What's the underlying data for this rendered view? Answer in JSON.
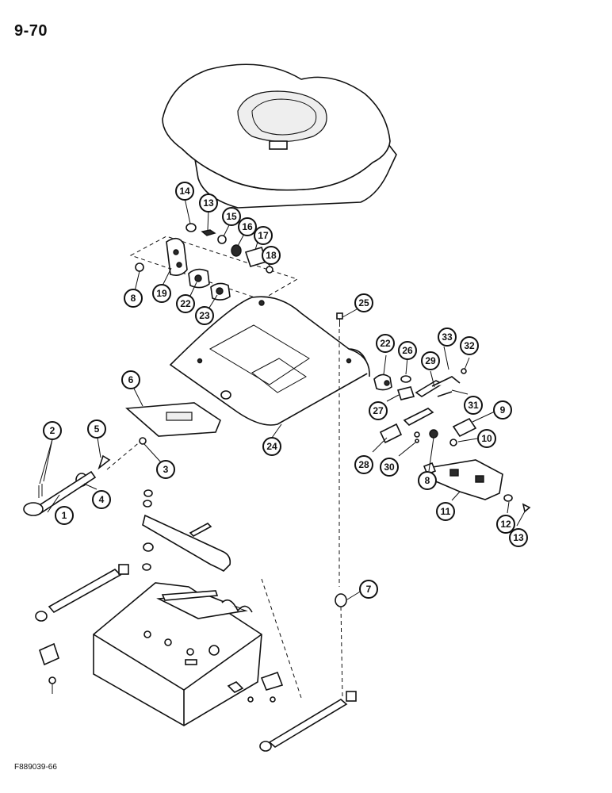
{
  "page": {
    "title": "9-70",
    "figure_code": "F889039-66"
  },
  "callouts": [
    {
      "id": "c1",
      "label": "1"
    },
    {
      "id": "c2",
      "label": "2"
    },
    {
      "id": "c3",
      "label": "3"
    },
    {
      "id": "c4",
      "label": "4"
    },
    {
      "id": "c5",
      "label": "5"
    },
    {
      "id": "c6",
      "label": "6"
    },
    {
      "id": "c7",
      "label": "7"
    },
    {
      "id": "c8a",
      "label": "8"
    },
    {
      "id": "c8b",
      "label": "8"
    },
    {
      "id": "c9",
      "label": "9"
    },
    {
      "id": "c10",
      "label": "10"
    },
    {
      "id": "c11",
      "label": "11"
    },
    {
      "id": "c12",
      "label": "12"
    },
    {
      "id": "c13a",
      "label": "13"
    },
    {
      "id": "c13b",
      "label": "13"
    },
    {
      "id": "c14",
      "label": "14"
    },
    {
      "id": "c15",
      "label": "15"
    },
    {
      "id": "c16",
      "label": "16"
    },
    {
      "id": "c17",
      "label": "17"
    },
    {
      "id": "c18",
      "label": "18"
    },
    {
      "id": "c19",
      "label": "19"
    },
    {
      "id": "c22a",
      "label": "22"
    },
    {
      "id": "c22b",
      "label": "22"
    },
    {
      "id": "c23",
      "label": "23"
    },
    {
      "id": "c24",
      "label": "24"
    },
    {
      "id": "c25",
      "label": "25"
    },
    {
      "id": "c26",
      "label": "26"
    },
    {
      "id": "c27",
      "label": "27"
    },
    {
      "id": "c28",
      "label": "28"
    },
    {
      "id": "c29",
      "label": "29"
    },
    {
      "id": "c30",
      "label": "30"
    },
    {
      "id": "c31",
      "label": "31"
    },
    {
      "id": "c32",
      "label": "32"
    },
    {
      "id": "c33",
      "label": "33"
    }
  ]
}
